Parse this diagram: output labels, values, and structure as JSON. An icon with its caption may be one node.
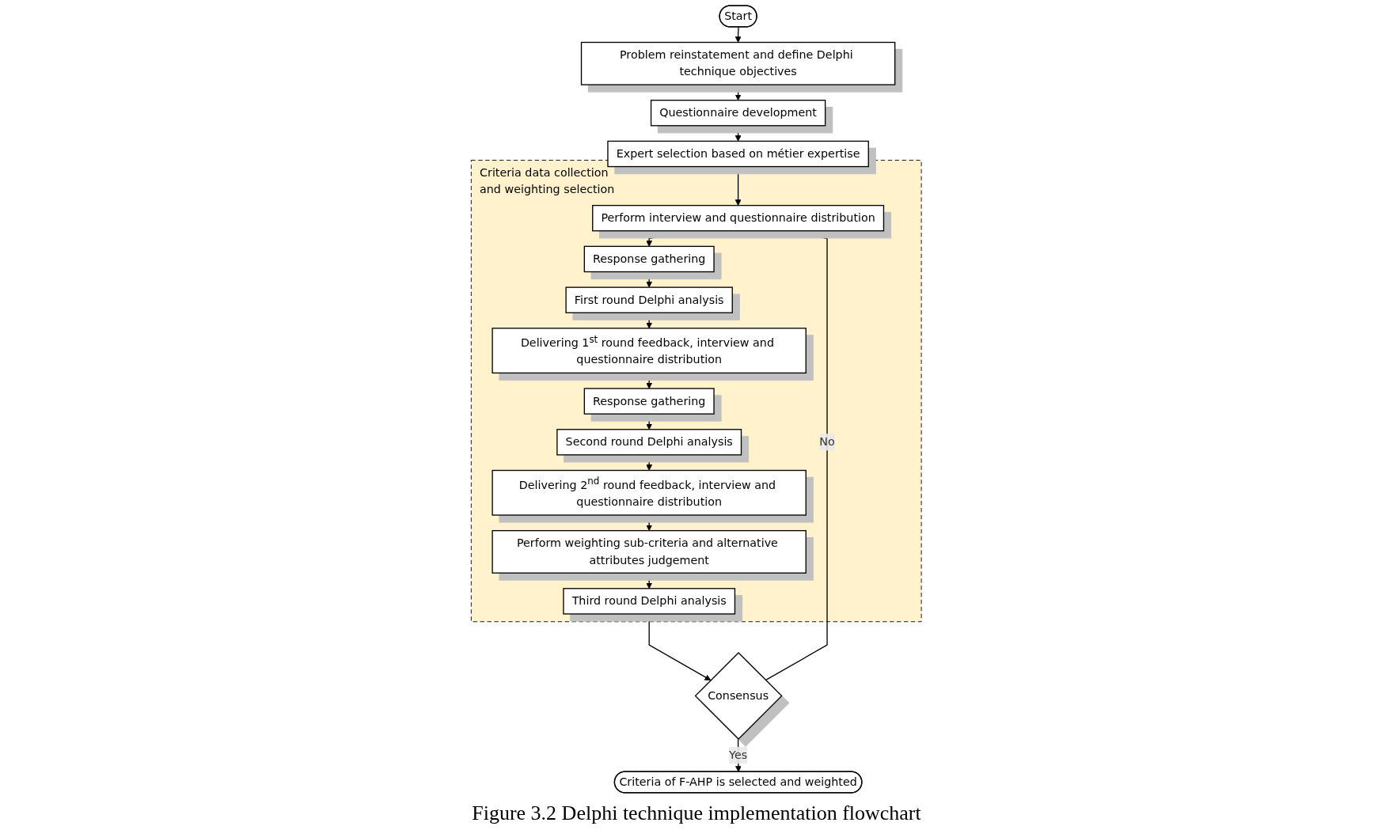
{
  "diagram": {
    "caption": "Figure 3.2 Delphi technique implementation flowchart",
    "nodes": [
      {
        "text": [
          "Start"
        ]
      },
      {
        "text": [
          "Problem reinstatement and define Delphi technique objectives"
        ]
      },
      {
        "text": [
          "Questionnaire development"
        ]
      },
      {
        "text": [
          "Expert selection based on métier expertise"
        ]
      },
      {
        "text": [
          "Criteria data collection and weighting selection"
        ]
      },
      {
        "text": [
          "Perform interview and questionnaire distribution"
        ],
        "in": 4
      },
      {
        "text": [
          "Response gathering"
        ],
        "in": 4
      },
      {
        "text": [
          "First round Delphi analysis"
        ],
        "in": 4
      },
      {
        "text": [
          "Delivering 1$^{st}$ round feedback, interview and questionnaire distribution"
        ],
        "in": 4
      },
      {
        "text": [
          "Response gathering"
        ],
        "in": 4
      },
      {
        "text": [
          "Second round Delphi analysis"
        ],
        "in": 4
      },
      {
        "text": [
          "Delivering 2$^{nd}$ round feedback, interview and questionnaire distribution"
        ],
        "in": 4
      },
      {
        "text": [
          "Perform weighting sub-criteria and alternative attributes judgement"
        ],
        "in": 4
      },
      {
        "text": [
          "Third round Delphi analysis"
        ],
        "in": 4
      },
      {
        "text": [
          "Consensus"
        ]
      },
      {
        "text": [
          "Criteria of F-AHP is selected and weighted"
        ]
      }
    ],
    "edges": [
      {
        "from": 0,
        "to": 1,
        "arrow": "to"
      },
      {
        "from": 1,
        "to": 2,
        "arrow": "to"
      },
      {
        "from": 2,
        "to": 3,
        "arrow": "to"
      },
      {
        "from": 3,
        "to": 5,
        "arrow": "to"
      },
      {
        "from": 5,
        "to": 6,
        "arrow": "to"
      },
      {
        "from": 6,
        "to": 7,
        "arrow": "to"
      },
      {
        "from": 7,
        "to": 8,
        "arrow": "to"
      },
      {
        "from": 8,
        "to": 9,
        "arrow": "to"
      },
      {
        "from": 9,
        "to": 10,
        "arrow": "to"
      },
      {
        "from": 10,
        "to": 11,
        "arrow": "to"
      },
      {
        "from": 11,
        "to": 12,
        "arrow": "to"
      },
      {
        "from": 12,
        "to": 13,
        "arrow": "to"
      },
      {
        "from": 13,
        "to": 14,
        "arrow": "to"
      },
      {
        "from": 14,
        "to": 5,
        "label": "No",
        "arrow": "to"
      },
      {
        "from": 14,
        "to": 15,
        "label": "Yes",
        "arrow": "to"
      }
    ]
  }
}
